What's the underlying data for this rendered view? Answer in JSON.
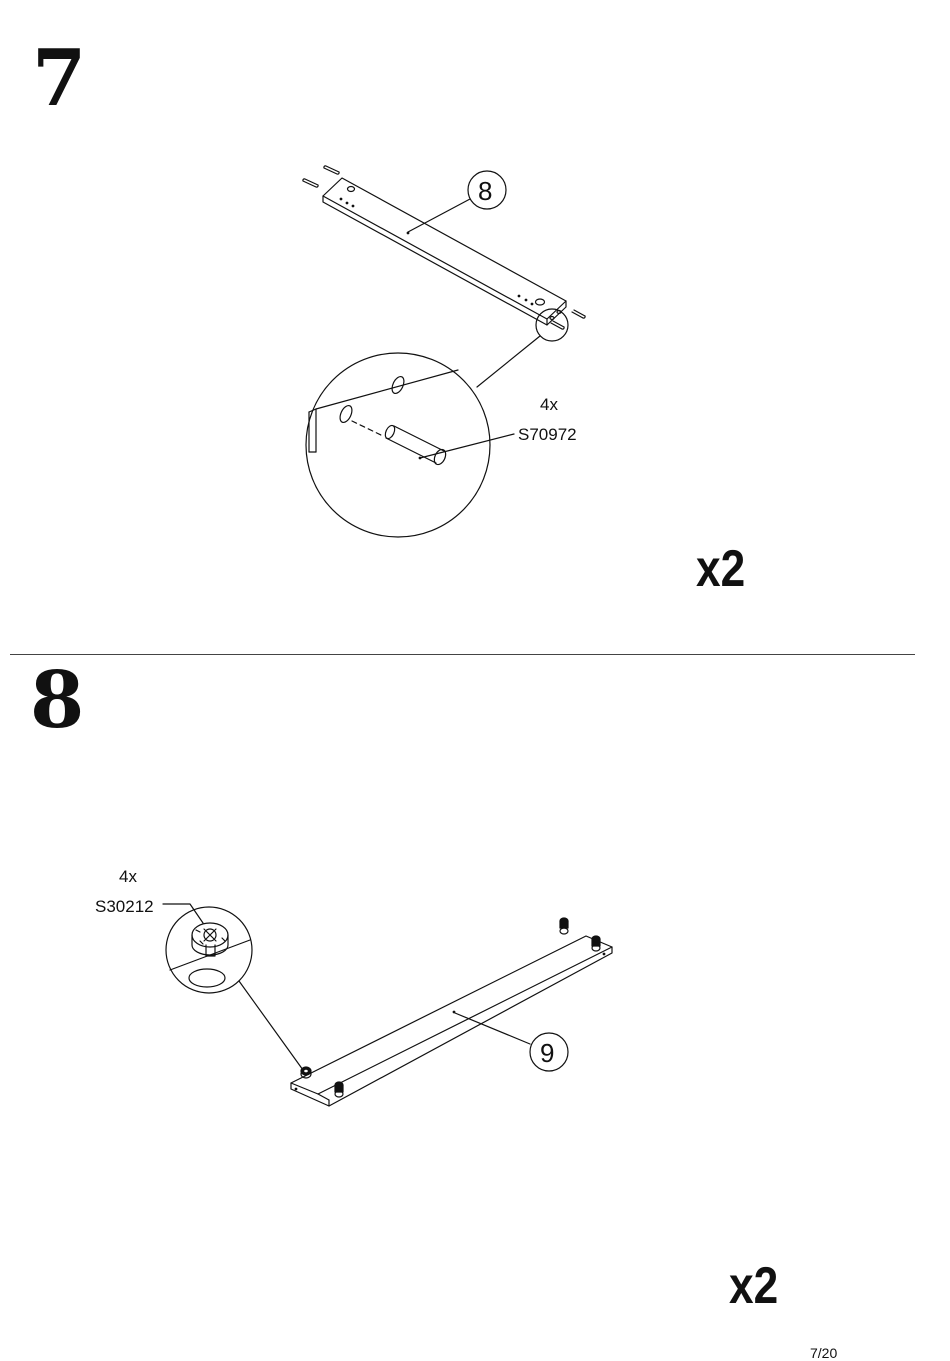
{
  "steps": [
    {
      "number": "7",
      "part_callout": "8",
      "hardware_count": "4x",
      "hardware_code": "S70972",
      "quantity": "x2"
    },
    {
      "number": "8",
      "part_callout": "9",
      "hardware_count": "4x",
      "hardware_code": "S30212",
      "quantity": "x2"
    }
  ],
  "page_indicator": "7/20"
}
